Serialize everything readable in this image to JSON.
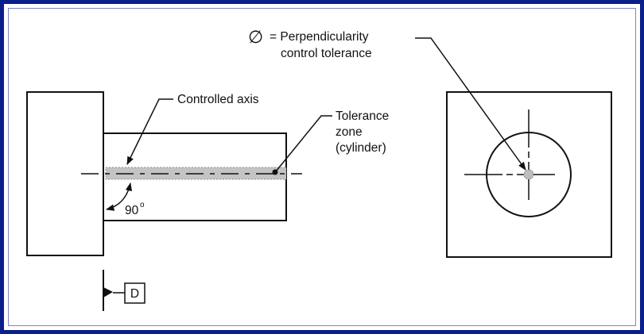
{
  "diagram": {
    "callouts": {
      "diameter_symbol": "∅",
      "perpendicularity_line1": "= Perpendicularity",
      "perpendicularity_line2": "control tolerance",
      "controlled_axis": "Controlled axis",
      "tolerance_zone_line1": "Tolerance",
      "tolerance_zone_line2": "zone",
      "tolerance_zone_line3": "(cylinder)",
      "angle": "90",
      "angle_degree": "o"
    },
    "datum": {
      "letter": "D"
    },
    "colors": {
      "frame": "#0a1e8c",
      "line": "#111111",
      "tolerance_zone": "#c4c4c4",
      "background": "#ffffff"
    }
  }
}
